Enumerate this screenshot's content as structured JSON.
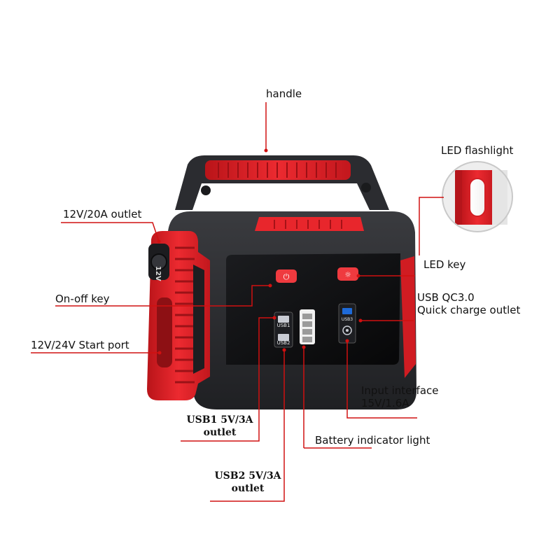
{
  "labels": {
    "handle": "handle",
    "led_flashlight": "LED flashlight",
    "outlet_12v_20a": "12V/20A outlet",
    "led_key": "LED  key",
    "on_off_key": "On-off key",
    "usb_qc_line1": "USB QC3.0",
    "usb_qc_line2": "Quick charge outlet",
    "start_port": "12V/24V Start port",
    "input_line1": "Input interface",
    "input_line2": "15V/1.6A",
    "usb1_line1": "USB1 5V/3A",
    "usb1_line2": "outlet",
    "battery_indicator": "Battery indicator light",
    "usb2_line1": "USB2 5V/3A",
    "usb2_line2": "outlet"
  },
  "device_print": {
    "usb1": "USB1",
    "usb2": "USB2",
    "usb3": "USB3",
    "socket": "12V"
  },
  "colors": {
    "accent_red": "#e8262c",
    "body_dark": "#2a2b2e",
    "panel_black": "#111214",
    "leader_line": "#d01010"
  }
}
